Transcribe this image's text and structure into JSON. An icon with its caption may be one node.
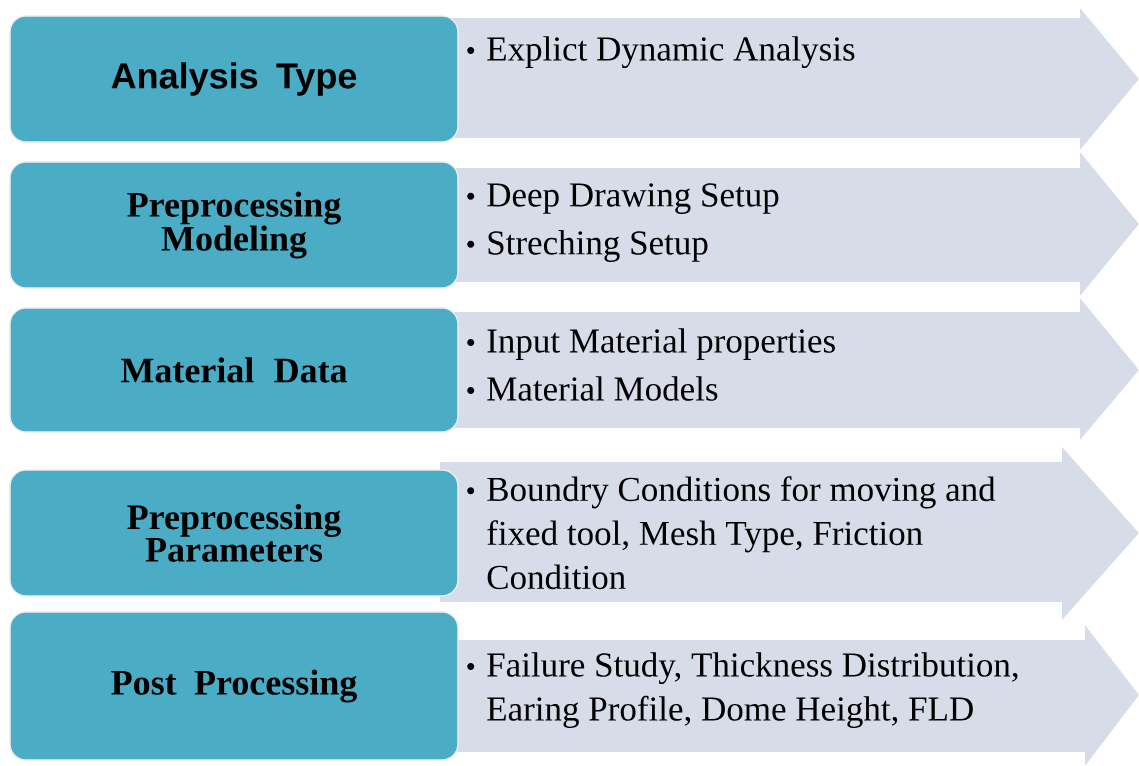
{
  "diagram": {
    "nodes": [
      {
        "text": [
          "Analysis Type"
        ]
      },
      {
        "text": [
          "Explict Dynamic Analysis"
        ]
      },
      {
        "text": [
          "Preprocessing Modeling"
        ]
      },
      {
        "text": [
          "Deep Drawing Setup",
          "Streching Setup"
        ]
      },
      {
        "text": [
          "Material Data"
        ]
      },
      {
        "text": [
          "Input Material properties",
          "Material Models"
        ]
      },
      {
        "text": [
          "Preprocessing Parameters"
        ]
      },
      {
        "text": [
          "Boundry Conditions for moving and fixed tool, Mesh Type, Friction Condition"
        ]
      },
      {
        "text": [
          "Post Processing"
        ]
      },
      {
        "text": [
          "Failure Study, Thickness Distribution, Earing Profile, Dome Height, FLD"
        ]
      }
    ]
  }
}
